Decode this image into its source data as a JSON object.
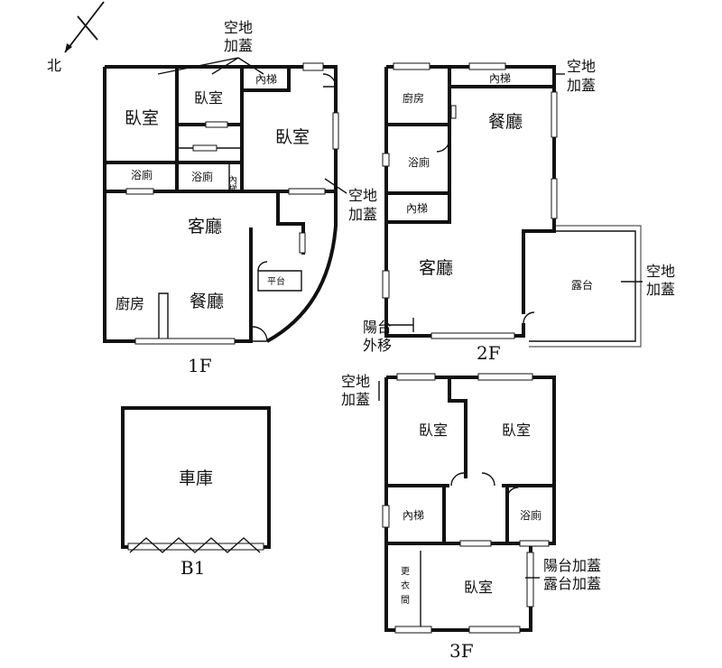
{
  "north": "北",
  "floors": {
    "f1": {
      "label": "1F",
      "rooms": {
        "bed_a": "臥室",
        "bed_b": "臥室",
        "bed_c": "臥室",
        "stair": "內梯",
        "stair_v": "內梯",
        "bath_a": "浴廁",
        "bath_b": "浴廁",
        "living": "客廳",
        "dining": "餐廳",
        "kitchen": "廚房",
        "platform": "平台"
      },
      "notes": {
        "top": [
          "空地",
          "加蓋"
        ],
        "right": [
          "空地",
          "加蓋"
        ]
      }
    },
    "f2": {
      "label": "2F",
      "rooms": {
        "kitchen": "廚房",
        "stair_top": "內梯",
        "dining": "餐廳",
        "bath": "浴廁",
        "stair": "內梯",
        "living": "客廳",
        "terrace": "露台"
      },
      "notes": {
        "top": [
          "空地",
          "加蓋"
        ],
        "right": [
          "空地",
          "加蓋"
        ],
        "balcony": [
          "陽台",
          "外移"
        ]
      }
    },
    "b1": {
      "label": "B1",
      "rooms": {
        "garage": "車庫"
      }
    },
    "f3": {
      "label": "3F",
      "rooms": {
        "bed_a": "臥室",
        "bed_b": "臥室",
        "stair": "內梯",
        "bath": "浴廁",
        "closet": [
          "更",
          "衣",
          "間"
        ],
        "bed_c": "臥室"
      },
      "notes": {
        "top": [
          "空地",
          "加蓋"
        ],
        "right": [
          "陽台加蓋",
          "露台加蓋"
        ]
      }
    }
  }
}
